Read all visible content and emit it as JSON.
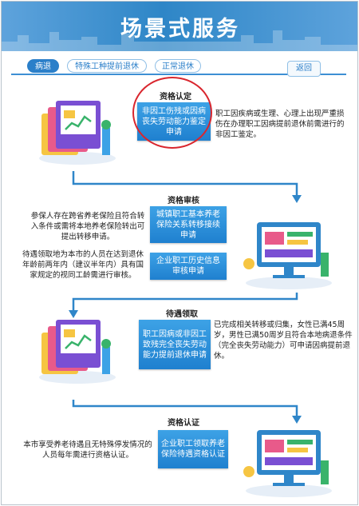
{
  "header": {
    "title": "场景式服务"
  },
  "tabs": [
    {
      "label": "病退",
      "active": true
    },
    {
      "label": "特殊工种提前退休",
      "active": false
    },
    {
      "label": "正常退休",
      "active": false
    }
  ],
  "back_label": "返回",
  "steps": [
    {
      "title": "资格认定",
      "buttons": [
        "非因工伤残或因病丧失劳动能力鉴定申请"
      ],
      "desc": "职工因疾病或生理、心理上出现严重损伤在办理职工因病提前退休前需进行的非因工鉴定。"
    },
    {
      "title": "资格审核",
      "buttons": [
        "城镇职工基本养老保险关系转移接续申请",
        "企业职工历史信息审核申请"
      ],
      "desc": [
        "参保人存在跨省养老保险且符合转入条件或需将本地养老保险转出可提出转移申请。",
        "待遇领取地为本市的人员在达到退休年龄前两年内（建议半年内）具有国家规定的视同工龄需进行审核。"
      ]
    },
    {
      "title": "待遇领取",
      "buttons": [
        "职工因病或非因工致残完全丧失劳动能力提前退休申请"
      ],
      "desc": "已完成相关转移或归集，女性已满45周岁，男性已满50周岁且符合本地病退条件（完全丧失劳动能力）可申请因病提前退休。"
    },
    {
      "title": "资格认证",
      "buttons": [
        "企业职工领取养老保险待遇资格认证"
      ],
      "desc": "本市享受养老待遇且无特殊停发情况的人员每年需进行资格认证。"
    }
  ],
  "colors": {
    "accent": "#2b7fc9",
    "highlight_circle": "#d9262e",
    "flow_line": "#2f86c9"
  }
}
